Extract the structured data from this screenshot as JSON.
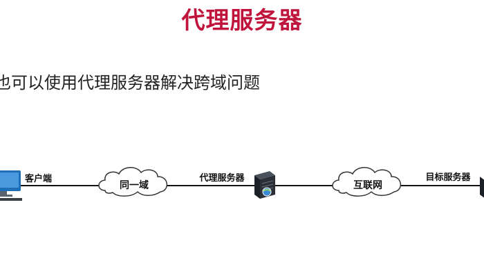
{
  "slide": {
    "title": "代理服务器",
    "subtitle": "也可以使用代理服务器解决跨域问题",
    "colors": {
      "title": "#c0143c",
      "line": "#111111",
      "cloud_stroke": "#333333",
      "cloud_fill": "#ffffff",
      "monitor": "#1f6fb8",
      "server": "#2a2f38"
    }
  },
  "diagram": {
    "nodes": [
      {
        "id": "client",
        "label": "客户端",
        "icon": "monitor-icon"
      },
      {
        "id": "proxy",
        "label": "代理服务器",
        "icon": "server-icon"
      },
      {
        "id": "target",
        "label": "目标服务器",
        "icon": "server-icon"
      }
    ],
    "clouds": [
      {
        "id": "same-domain",
        "label": "同一域"
      },
      {
        "id": "internet",
        "label": "互联网"
      }
    ]
  }
}
